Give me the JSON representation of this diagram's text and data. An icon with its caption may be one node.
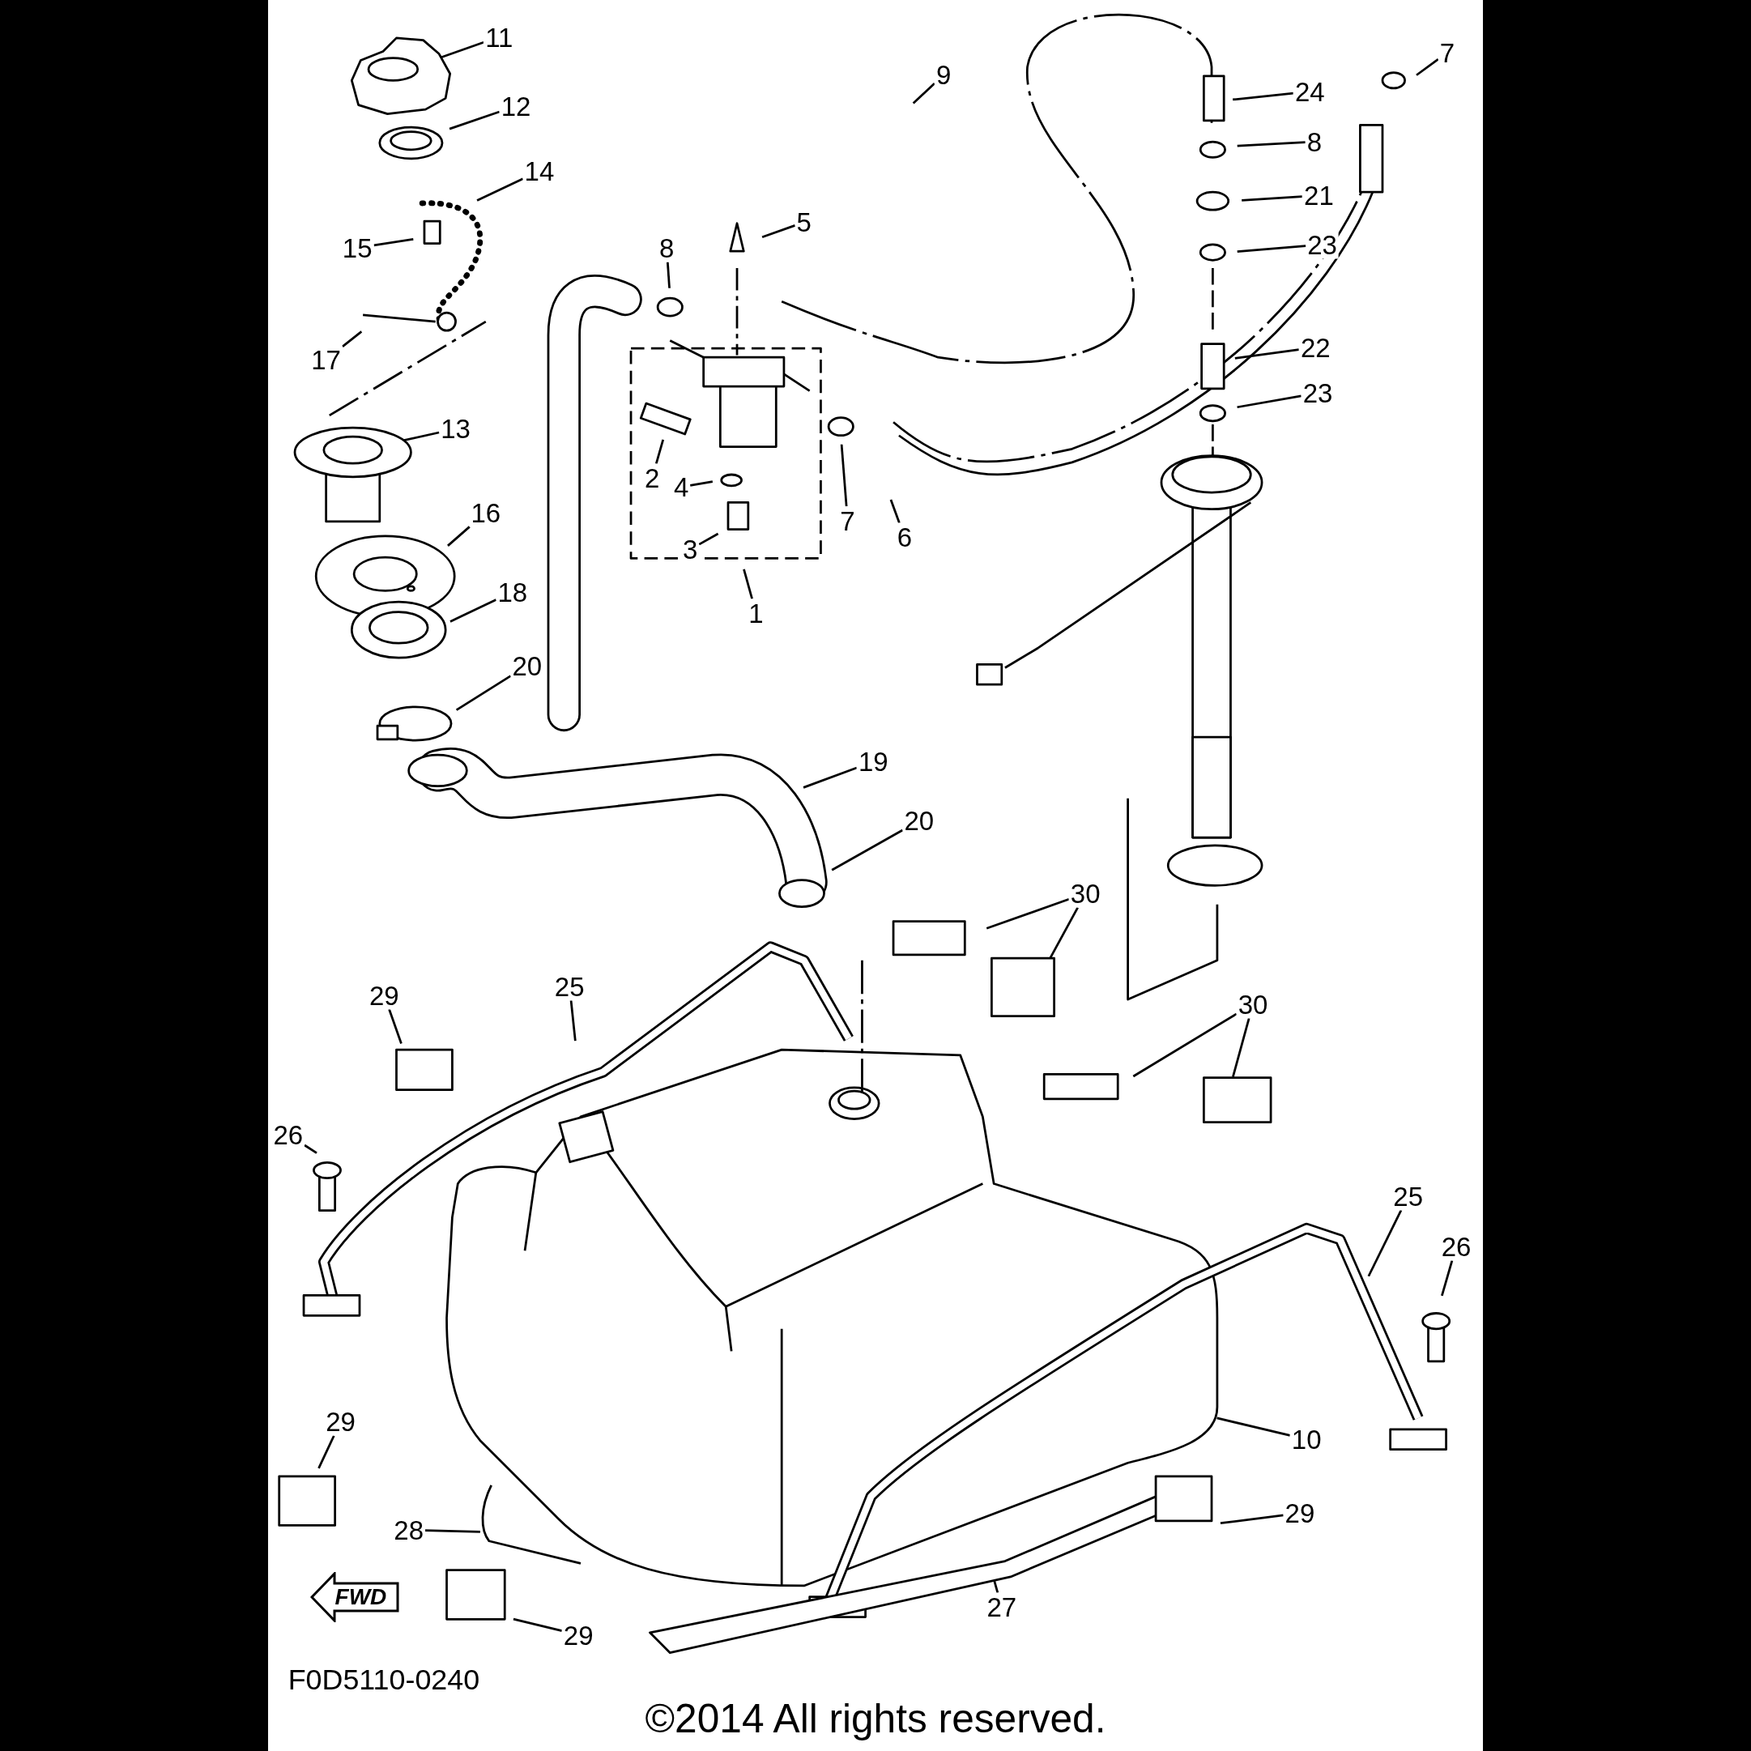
{
  "diagram": {
    "nodes": [
      {
        "text": [
          "11"
        ]
      },
      {
        "text": [
          "12"
        ]
      },
      {
        "text": [
          "14"
        ]
      },
      {
        "text": [
          "15"
        ]
      },
      {
        "text": [
          "17"
        ]
      },
      {
        "text": [
          "13"
        ]
      },
      {
        "text": [
          "16"
        ]
      },
      {
        "text": [
          "18"
        ]
      },
      {
        "text": [
          "20"
        ]
      },
      {
        "text": [
          "19"
        ]
      },
      {
        "text": [
          "20"
        ]
      },
      {
        "text": [
          "9"
        ]
      },
      {
        "text": [
          "24"
        ]
      },
      {
        "text": [
          "8"
        ]
      },
      {
        "text": [
          "21"
        ]
      },
      {
        "text": [
          "23"
        ]
      },
      {
        "text": [
          "22"
        ]
      },
      {
        "text": [
          "23"
        ]
      },
      {
        "text": [
          "7"
        ]
      },
      {
        "text": [
          "8"
        ]
      },
      {
        "text": [
          "5"
        ]
      },
      {
        "text": [
          "2"
        ]
      },
      {
        "text": [
          "4"
        ]
      },
      {
        "text": [
          "3"
        ]
      },
      {
        "text": [
          "1"
        ]
      },
      {
        "text": [
          "7"
        ]
      },
      {
        "text": [
          "6"
        ]
      },
      {
        "text": [
          "30"
        ]
      },
      {
        "text": [
          "30"
        ]
      },
      {
        "text": [
          "29"
        ]
      },
      {
        "text": [
          "25"
        ]
      },
      {
        "text": [
          "26"
        ]
      },
      {
        "text": [
          "25"
        ]
      },
      {
        "text": [
          "26"
        ]
      },
      {
        "text": [
          "10"
        ]
      },
      {
        "text": [
          "29"
        ]
      },
      {
        "text": [
          "28"
        ]
      },
      {
        "text": [
          "29"
        ]
      },
      {
        "text": [
          "29"
        ]
      },
      {
        "text": [
          "27"
        ]
      },
      {
        "text": [
          "FWD"
        ]
      }
    ],
    "edges": [
      {
        "from": 0,
        "to": null,
        "arrow": "none"
      },
      {
        "from": 1,
        "to": null,
        "arrow": "none"
      },
      {
        "from": 2,
        "to": null,
        "arrow": "none"
      },
      {
        "from": 3,
        "to": null,
        "arrow": "none"
      },
      {
        "from": 4,
        "to": null,
        "arrow": "none"
      },
      {
        "from": 5,
        "to": null,
        "arrow": "none"
      },
      {
        "from": 6,
        "to": null,
        "arrow": "none"
      },
      {
        "from": 7,
        "to": null,
        "arrow": "none"
      },
      {
        "from": 8,
        "to": null,
        "arrow": "none"
      },
      {
        "from": 9,
        "to": null,
        "arrow": "none"
      },
      {
        "from": 10,
        "to": null,
        "arrow": "none"
      },
      {
        "from": 11,
        "to": null,
        "arrow": "none"
      },
      {
        "from": 12,
        "to": null,
        "arrow": "none"
      },
      {
        "from": 13,
        "to": null,
        "arrow": "none"
      },
      {
        "from": 14,
        "to": null,
        "arrow": "none"
      },
      {
        "from": 15,
        "to": null,
        "arrow": "none"
      },
      {
        "from": 16,
        "to": null,
        "arrow": "none"
      },
      {
        "from": 17,
        "to": null,
        "arrow": "none"
      },
      {
        "from": 18,
        "to": null,
        "arrow": "none"
      },
      {
        "from": 19,
        "to": null,
        "arrow": "none"
      },
      {
        "from": 20,
        "to": null,
        "arrow": "none"
      },
      {
        "from": 21,
        "to": null,
        "arrow": "none"
      },
      {
        "from": 22,
        "to": null,
        "arrow": "none"
      },
      {
        "from": 23,
        "to": null,
        "arrow": "none"
      },
      {
        "from": 24,
        "to": null,
        "arrow": "none"
      },
      {
        "from": 25,
        "to": null,
        "arrow": "none"
      },
      {
        "from": 26,
        "to": null,
        "arrow": "none"
      },
      {
        "from": 27,
        "to": null,
        "arrow": "none"
      },
      {
        "from": 27,
        "to": null,
        "arrow": "none"
      },
      {
        "from": 28,
        "to": null,
        "arrow": "none"
      },
      {
        "from": 28,
        "to": null,
        "arrow": "none"
      },
      {
        "from": 29,
        "to": null,
        "arrow": "none"
      },
      {
        "from": 30,
        "to": null,
        "arrow": "none"
      },
      {
        "from": 31,
        "to": null,
        "arrow": "none"
      },
      {
        "from": 32,
        "to": null,
        "arrow": "none"
      },
      {
        "from": 33,
        "to": null,
        "arrow": "none"
      },
      {
        "from": 34,
        "to": null,
        "arrow": "none"
      },
      {
        "from": 35,
        "to": null,
        "arrow": "none"
      },
      {
        "from": 36,
        "to": null,
        "arrow": "none"
      },
      {
        "from": 37,
        "to": null,
        "arrow": "none"
      },
      {
        "from": 38,
        "to": null,
        "arrow": "none"
      },
      {
        "from": 39,
        "to": null,
        "arrow": "none"
      }
    ],
    "labels": [
      "F0D5110-0240",
      "©2014 All rights reserved."
    ]
  }
}
